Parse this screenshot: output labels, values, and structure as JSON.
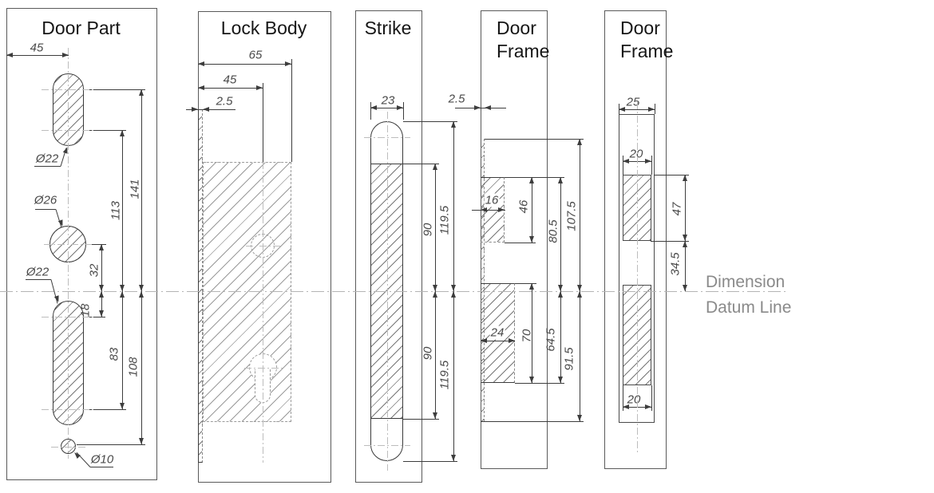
{
  "colors": {
    "line": "#3d3d3d",
    "hatch": "#777777",
    "dim_text": "#4a4a4a",
    "title_text": "#161616",
    "datum_line": "#b5b5b5",
    "datum_text": "#8a8a8a"
  },
  "datum_label": {
    "line1": "Dimension",
    "line2": "Datum Line"
  },
  "panels": {
    "door_part": {
      "title": "Door Part",
      "dims": {
        "width_45": "45",
        "slot_top_dia": "Ø22",
        "circle_dia": "Ø26",
        "slot_bottom_dia": "Ø22",
        "hole_dia": "Ø10",
        "h_141": "141",
        "h_113": "113",
        "h_32": "32",
        "h_18": "18",
        "h_83": "83",
        "h_108": "108"
      }
    },
    "lock_body": {
      "title": "Lock Body",
      "dims": {
        "w_65": "65",
        "w_45": "45",
        "t_2_5": "2.5"
      }
    },
    "strike": {
      "title": "Strike",
      "dims": {
        "w_23": "23",
        "up_90": "90",
        "up_119_5": "119.5",
        "dn_90": "90",
        "dn_119_5": "119.5"
      }
    },
    "door_frame_a": {
      "title_line1": "Door",
      "title_line2": "Frame",
      "dims": {
        "t_2_5": "2.5",
        "w_16": "16",
        "h_46": "46",
        "h_80_5": "80.5",
        "h_107_5": "107.5",
        "w_24": "24",
        "h_70": "70",
        "h_64_5": "64.5",
        "h_91_5": "91.5"
      }
    },
    "door_frame_b": {
      "title_line1": "Door",
      "title_line2": "Frame",
      "dims": {
        "w_25": "25",
        "w_20_top": "20",
        "h_47": "47",
        "h_34_5": "34.5",
        "w_20_bottom": "20"
      }
    }
  }
}
